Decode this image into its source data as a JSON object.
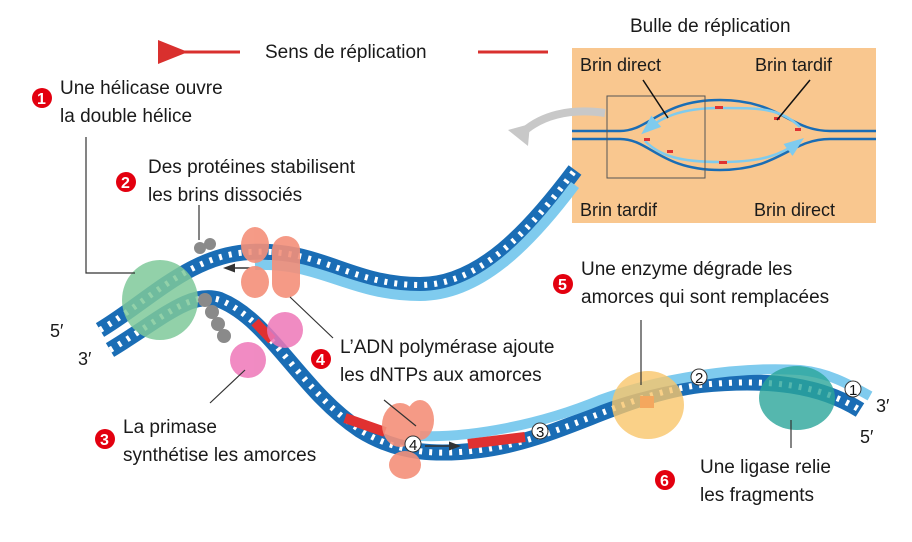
{
  "title": "Sens de réplication",
  "bubble": {
    "title": "Bulle de réplication",
    "labels": {
      "top_left": "Brin direct",
      "top_right": "Brin tardif",
      "bottom_left": "Brin tardif",
      "bottom_right": "Brin direct"
    },
    "background_color": "#f9c78f"
  },
  "steps": [
    {
      "number": "1",
      "line1": "Une hélicase ouvre",
      "line2": "la double hélice"
    },
    {
      "number": "2",
      "line1": "Des protéines stabilisent",
      "line2": "les brins dissociés"
    },
    {
      "number": "3",
      "line1": "La primase",
      "line2": "synthétise les amorces"
    },
    {
      "number": "4",
      "line1": "L’ADN polymérase ajoute",
      "line2": "les dNTPs aux amorces"
    },
    {
      "number": "5",
      "line1": "Une enzyme dégrade les",
      "line2": "amorces qui sont remplacées"
    },
    {
      "number": "6",
      "line1": "Une ligase relie",
      "line2": "les fragments"
    }
  ],
  "strand_ends": {
    "left_top": "5′",
    "left_bottom": "3′",
    "right_top": "3′",
    "right_bottom": "5′"
  },
  "fragment_numbers": [
    "1",
    "2",
    "3",
    "4"
  ],
  "colors": {
    "badge": "#e3000f",
    "dna_parent": "#1a6db5",
    "dna_new": "#7fcbee",
    "primer": "#e03131",
    "helicase": "#7fc99a",
    "ssb": "#8a8a8a",
    "primase": "#ee77b8",
    "polymerase": "#f4907a",
    "exonuclease": "#f9c56a",
    "ligase": "#2aa59a",
    "arrow": "#d9302e"
  }
}
